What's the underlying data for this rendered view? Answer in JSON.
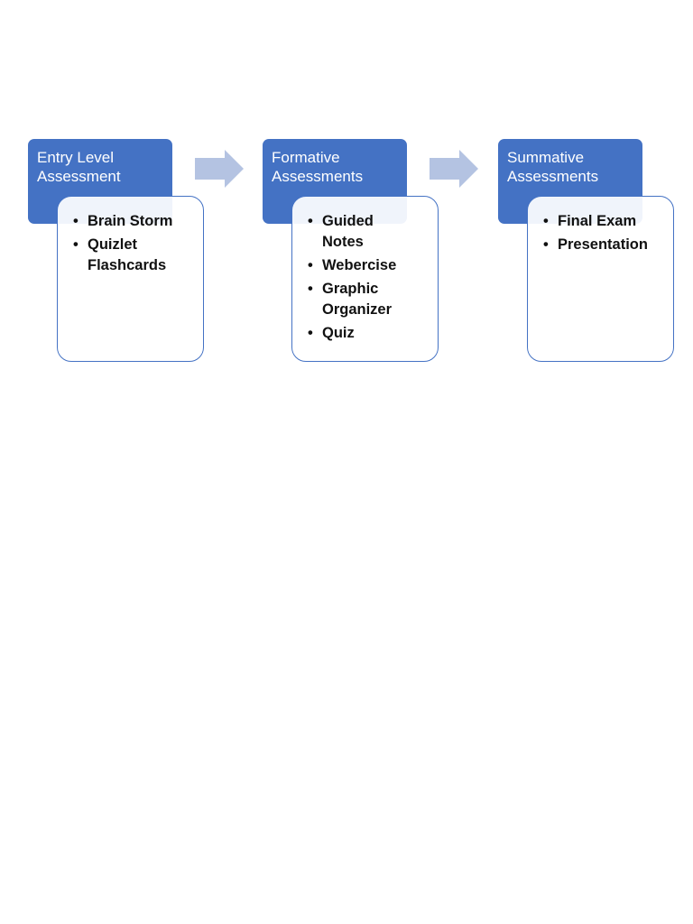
{
  "stages": [
    {
      "title_line1": "Entry Level",
      "title_line2": "Assessment",
      "items": [
        "Brain Storm",
        "Quizlet\nFlashcards"
      ]
    },
    {
      "title_line1": "Formative",
      "title_line2": "Assessments",
      "items": [
        "Guided\nNotes",
        "Webercise",
        "Graphic\nOrganizer",
        "Quiz"
      ]
    },
    {
      "title_line1": "Summative",
      "title_line2": "Assessments",
      "items": [
        "Final Exam",
        "Presentation"
      ]
    }
  ],
  "colors": {
    "header": "#4472c4",
    "arrow": "#b4c3e2",
    "card_border": "#4472c4"
  },
  "icons": {
    "connector": "right-arrow-icon"
  }
}
